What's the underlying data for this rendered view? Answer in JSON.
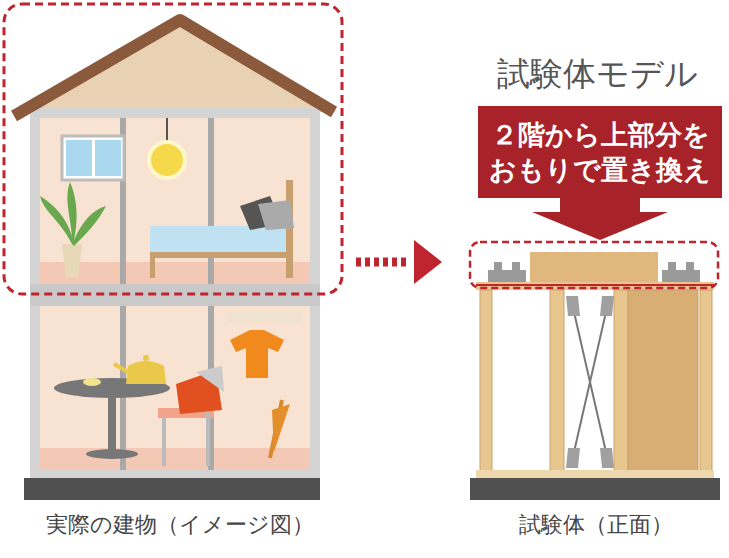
{
  "diagram": {
    "nodes": [
      {
        "text": [
          "２階から上部分を おもりで置き換え"
        ]
      }
    ],
    "labels": [
      "試験体モデル",
      "実際の建物（イメージ図）",
      "試験体（正面）"
    ]
  }
}
